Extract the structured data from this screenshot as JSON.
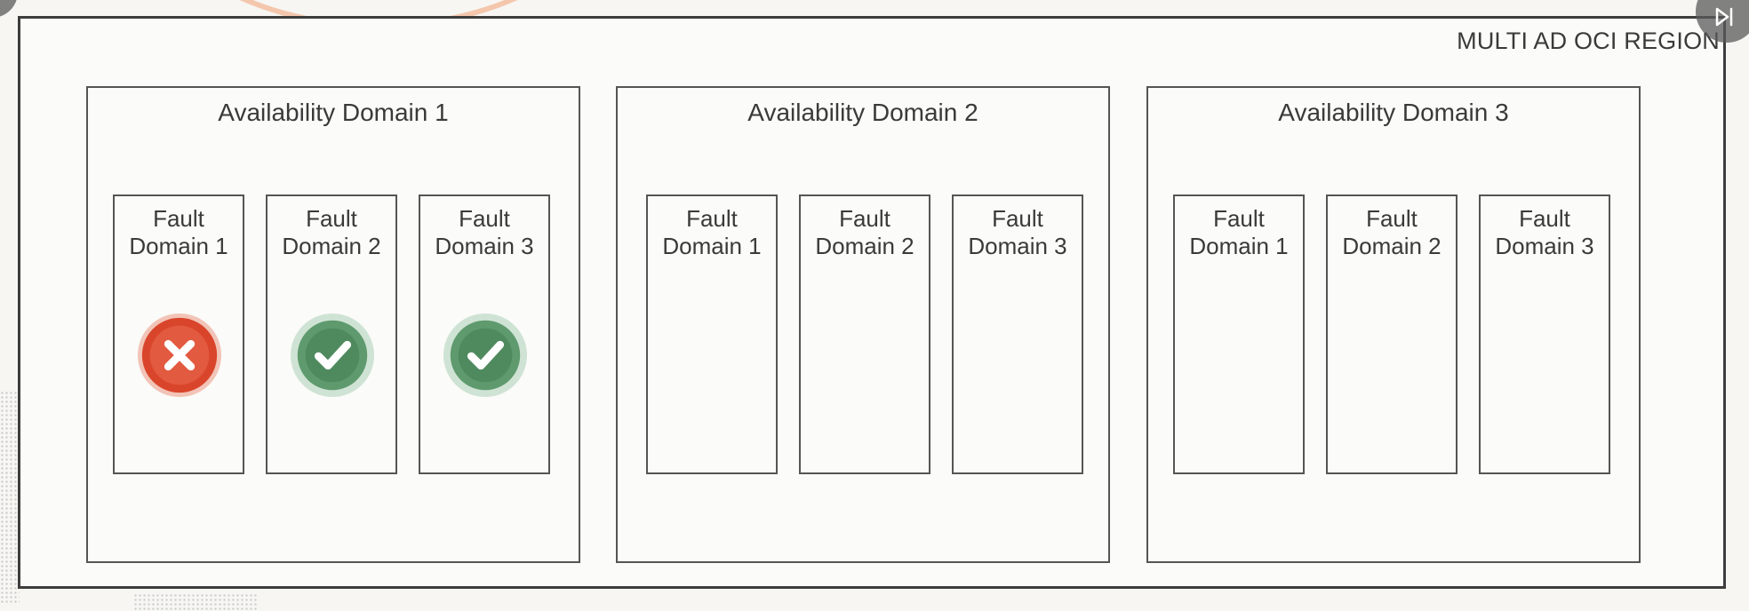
{
  "region": {
    "label": "MULTI AD OCI REGION"
  },
  "availability_domains": [
    {
      "title": "Availability Domain 1",
      "fault_domains": [
        {
          "line1": "Fault",
          "line2": "Domain 1",
          "status": "failed",
          "icon": "x-circle-icon"
        },
        {
          "line1": "Fault",
          "line2": "Domain 2",
          "status": "ok",
          "icon": "check-circle-icon"
        },
        {
          "line1": "Fault",
          "line2": "Domain 3",
          "status": "ok",
          "icon": "check-circle-icon"
        }
      ]
    },
    {
      "title": "Availability Domain 2",
      "fault_domains": [
        {
          "line1": "Fault",
          "line2": "Domain 1"
        },
        {
          "line1": "Fault",
          "line2": "Domain 2"
        },
        {
          "line1": "Fault",
          "line2": "Domain 3"
        }
      ]
    },
    {
      "title": "Availability Domain 3",
      "fault_domains": [
        {
          "line1": "Fault",
          "line2": "Domain 1"
        },
        {
          "line1": "Fault",
          "line2": "Domain 2"
        },
        {
          "line1": "Fault",
          "line2": "Domain 3"
        }
      ]
    }
  ],
  "colors": {
    "failed": "#d9452b",
    "ok": "#5e9a6d",
    "line": "#3d3d3d"
  }
}
